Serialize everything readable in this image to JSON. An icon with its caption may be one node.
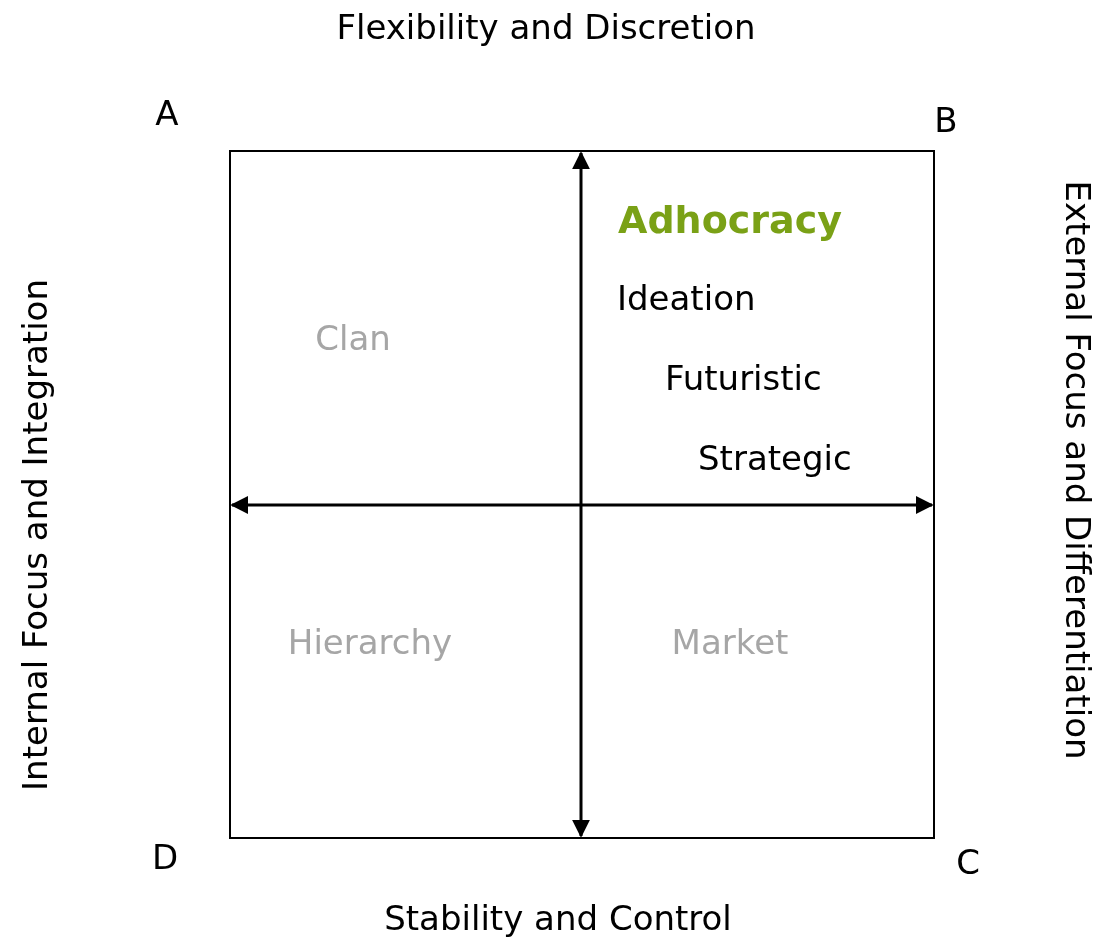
{
  "diagram": {
    "labels": [
      "Flexibility and Discretion",
      "A",
      "B",
      "Internal Focus and Integration",
      "External Focus and Differentiation",
      "Adhocracy",
      "Ideation",
      "Clan",
      "Futuristic",
      "Strategic",
      "Hierarchy",
      "Market",
      "D",
      "C",
      "Stability and Control"
    ]
  }
}
